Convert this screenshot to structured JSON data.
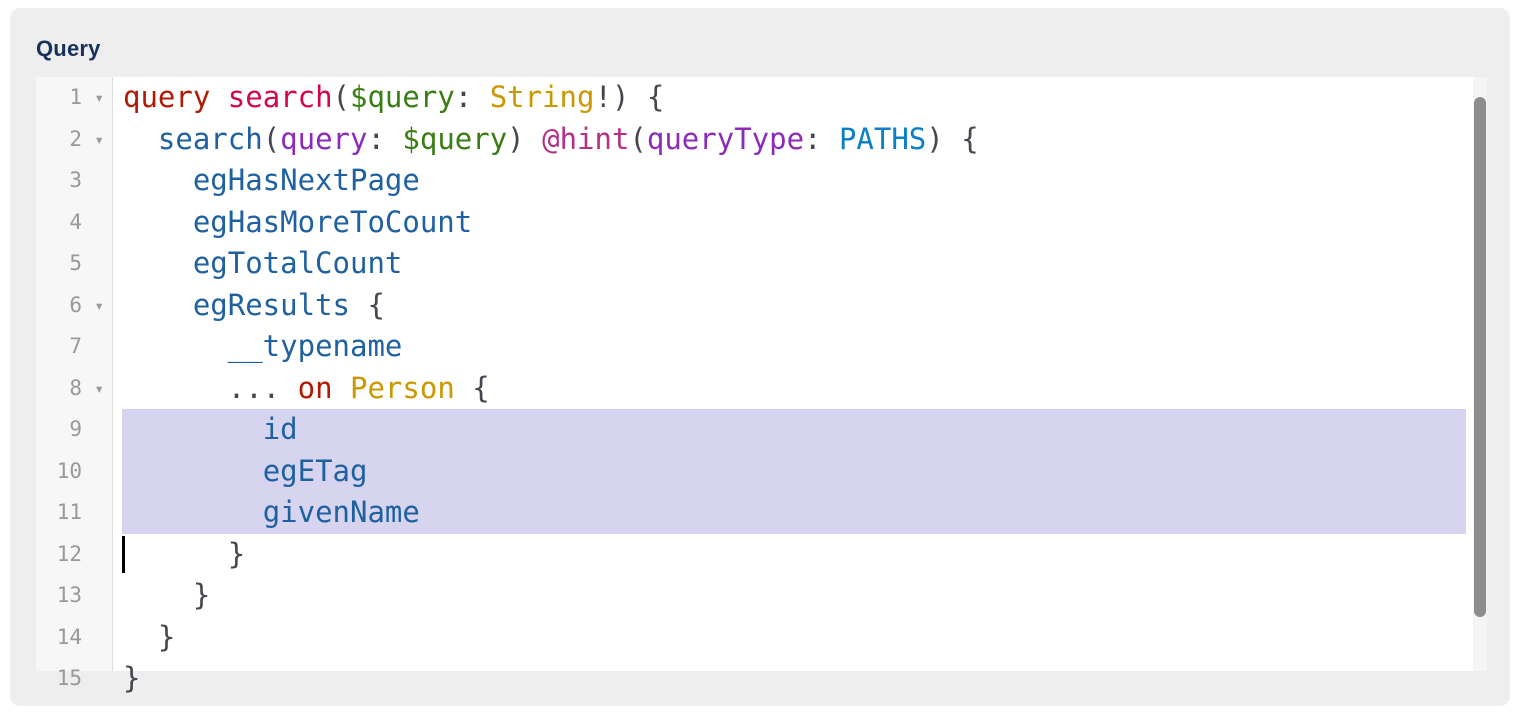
{
  "page": {
    "title": "Query"
  },
  "colors": {
    "header_text": "#16325c",
    "panel_bg": "#eeeeee",
    "gutter_bg": "#f7f7f7",
    "gutter_border": "#dddddd",
    "gutter_number": "#999999",
    "fold_arrow": "#999999",
    "selection": "#d7d4f0",
    "scroll_thumb": "#8d8d8d",
    "scroll_track": "#f5f5f5",
    "keyword": "#b11a04",
    "def": "#d2054e",
    "property": "#1f61a0",
    "attribute": "#8b2bb9",
    "variable": "#397d13",
    "atom": "#ca9800",
    "directive": "#b33086",
    "enum": "#0b7fc7",
    "punct": "#44474e",
    "plain": "#44474e"
  },
  "icons": {
    "fold_open": "▾"
  },
  "editor": {
    "language": "graphql",
    "selected_lines": [
      9,
      10,
      11
    ],
    "cursor": {
      "line": 12,
      "column": 0
    },
    "lines": [
      {
        "n": 1,
        "fold": true,
        "tokens": [
          {
            "t": "query",
            "c": "keyword"
          },
          {
            "t": " ",
            "c": "plain"
          },
          {
            "t": "search",
            "c": "def"
          },
          {
            "t": "(",
            "c": "punct"
          },
          {
            "t": "$query",
            "c": "variable"
          },
          {
            "t": ":",
            "c": "punct"
          },
          {
            "t": " ",
            "c": "plain"
          },
          {
            "t": "String",
            "c": "atom"
          },
          {
            "t": "!",
            "c": "punct"
          },
          {
            "t": ") {",
            "c": "punct"
          }
        ]
      },
      {
        "n": 2,
        "fold": true,
        "tokens": [
          {
            "t": "  ",
            "c": "plain"
          },
          {
            "t": "search",
            "c": "property"
          },
          {
            "t": "(",
            "c": "punct"
          },
          {
            "t": "query",
            "c": "attribute"
          },
          {
            "t": ":",
            "c": "punct"
          },
          {
            "t": " ",
            "c": "plain"
          },
          {
            "t": "$query",
            "c": "variable"
          },
          {
            "t": ")",
            "c": "punct"
          },
          {
            "t": " ",
            "c": "plain"
          },
          {
            "t": "@hint",
            "c": "directive"
          },
          {
            "t": "(",
            "c": "punct"
          },
          {
            "t": "queryType",
            "c": "attribute"
          },
          {
            "t": ":",
            "c": "punct"
          },
          {
            "t": " ",
            "c": "plain"
          },
          {
            "t": "PATHS",
            "c": "enum"
          },
          {
            "t": ") {",
            "c": "punct"
          }
        ]
      },
      {
        "n": 3,
        "fold": false,
        "tokens": [
          {
            "t": "    ",
            "c": "plain"
          },
          {
            "t": "egHasNextPage",
            "c": "property"
          }
        ]
      },
      {
        "n": 4,
        "fold": false,
        "tokens": [
          {
            "t": "    ",
            "c": "plain"
          },
          {
            "t": "egHasMoreToCount",
            "c": "property"
          }
        ]
      },
      {
        "n": 5,
        "fold": false,
        "tokens": [
          {
            "t": "    ",
            "c": "plain"
          },
          {
            "t": "egTotalCount",
            "c": "property"
          }
        ]
      },
      {
        "n": 6,
        "fold": true,
        "tokens": [
          {
            "t": "    ",
            "c": "plain"
          },
          {
            "t": "egResults",
            "c": "property"
          },
          {
            "t": " {",
            "c": "punct"
          }
        ]
      },
      {
        "n": 7,
        "fold": false,
        "tokens": [
          {
            "t": "      ",
            "c": "plain"
          },
          {
            "t": "__typename",
            "c": "property"
          }
        ]
      },
      {
        "n": 8,
        "fold": true,
        "tokens": [
          {
            "t": "      ",
            "c": "plain"
          },
          {
            "t": "...",
            "c": "punct"
          },
          {
            "t": " ",
            "c": "plain"
          },
          {
            "t": "on",
            "c": "keyword"
          },
          {
            "t": " ",
            "c": "plain"
          },
          {
            "t": "Person",
            "c": "atom"
          },
          {
            "t": " {",
            "c": "punct"
          }
        ]
      },
      {
        "n": 9,
        "fold": false,
        "tokens": [
          {
            "t": "        ",
            "c": "plain"
          },
          {
            "t": "id",
            "c": "property"
          }
        ]
      },
      {
        "n": 10,
        "fold": false,
        "tokens": [
          {
            "t": "        ",
            "c": "plain"
          },
          {
            "t": "egETag",
            "c": "property"
          }
        ]
      },
      {
        "n": 11,
        "fold": false,
        "tokens": [
          {
            "t": "        ",
            "c": "plain"
          },
          {
            "t": "givenName",
            "c": "property"
          }
        ]
      },
      {
        "n": 12,
        "fold": false,
        "tokens": [
          {
            "t": "      }",
            "c": "punct"
          }
        ]
      },
      {
        "n": 13,
        "fold": false,
        "tokens": [
          {
            "t": "    }",
            "c": "punct"
          }
        ]
      },
      {
        "n": 14,
        "fold": false,
        "tokens": [
          {
            "t": "  }",
            "c": "punct"
          }
        ]
      },
      {
        "n": 15,
        "fold": false,
        "tokens": [
          {
            "t": "}",
            "c": "punct"
          }
        ]
      }
    ]
  }
}
